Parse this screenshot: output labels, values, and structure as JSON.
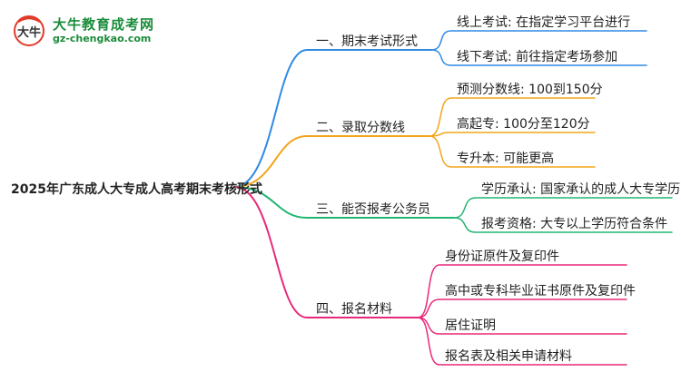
{
  "logo": {
    "title": "大牛教育成考网",
    "url": "gz-chengkao.com",
    "mark_text": "大牛",
    "accent": "#e23a2a",
    "brand": "#1a8c3a"
  },
  "root": {
    "label": "2025年广东成人大专成人高考期末考核形式"
  },
  "branches": [
    {
      "label": "一、期末考试形式",
      "color": "#2f8ae6",
      "children": [
        "线上考试: 在指定学习平台进行",
        "线下考试: 前往指定考场参加"
      ]
    },
    {
      "label": "二、录取分数线",
      "color": "#f2a51b",
      "children": [
        "预测分数线: 100到150分",
        "高起专: 100分至120分",
        "专升本: 可能更高"
      ]
    },
    {
      "label": "三、能否报考公务员",
      "color": "#22b573",
      "children": [
        "学历承认: 国家承认的成人大专学历",
        "报考资格: 大专以上学历符合条件"
      ]
    },
    {
      "label": "四、报名材料",
      "color": "#e8297a",
      "children": [
        "身份证原件及复印件",
        "高中或专科毕业证书原件及复印件",
        "居住证明",
        "报名表及相关申请材料"
      ]
    }
  ]
}
